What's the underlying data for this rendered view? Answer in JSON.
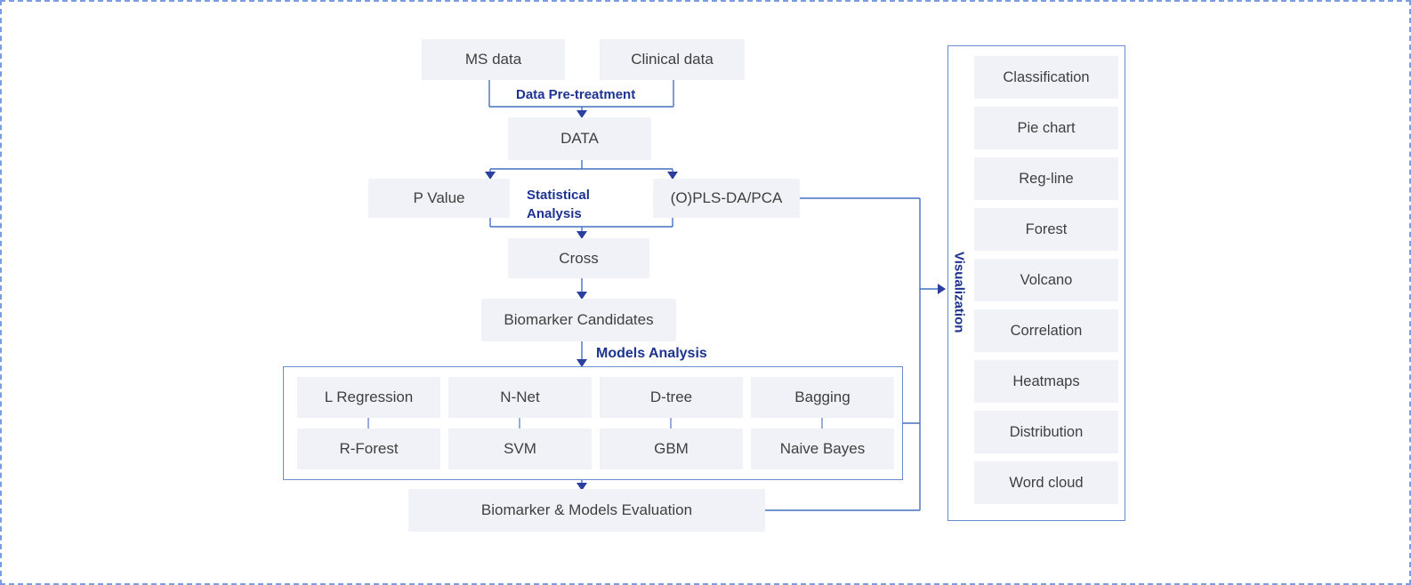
{
  "flow": {
    "ms_data": "MS data",
    "clinical_data": "Clinical data",
    "data": "DATA",
    "p_value": "P Value",
    "opls": "(O)PLS-DA/PCA",
    "cross": "Cross",
    "biomarker_candidates": "Biomarker Candidates",
    "evaluation": "Biomarker & Models Evaluation"
  },
  "labels": {
    "pretreatment": "Data Pre-treatment",
    "statistical_line1": "Statistical",
    "statistical_line2": "Analysis",
    "models_analysis": "Models Analysis",
    "visualization": "Visualization"
  },
  "models": {
    "row1": [
      "L Regression",
      "N-Net",
      "D-tree",
      "Bagging"
    ],
    "row2": [
      "R-Forest",
      "SVM",
      "GBM",
      "Naive Bayes"
    ]
  },
  "viz": {
    "items": [
      "Classification",
      "Pie chart",
      "Reg-line",
      "Forest",
      "Volcano",
      "Correlation",
      "Heatmaps",
      "Distribution",
      "Word cloud"
    ]
  },
  "colors": {
    "connector_blue": "#4472c4",
    "arrowhead_navy": "#2b3f9e",
    "label_navy": "#1c338f",
    "node_fill": "#f1f2f8",
    "node_text": "#3f3f3f",
    "dashed_border": "#7c9ce0"
  }
}
